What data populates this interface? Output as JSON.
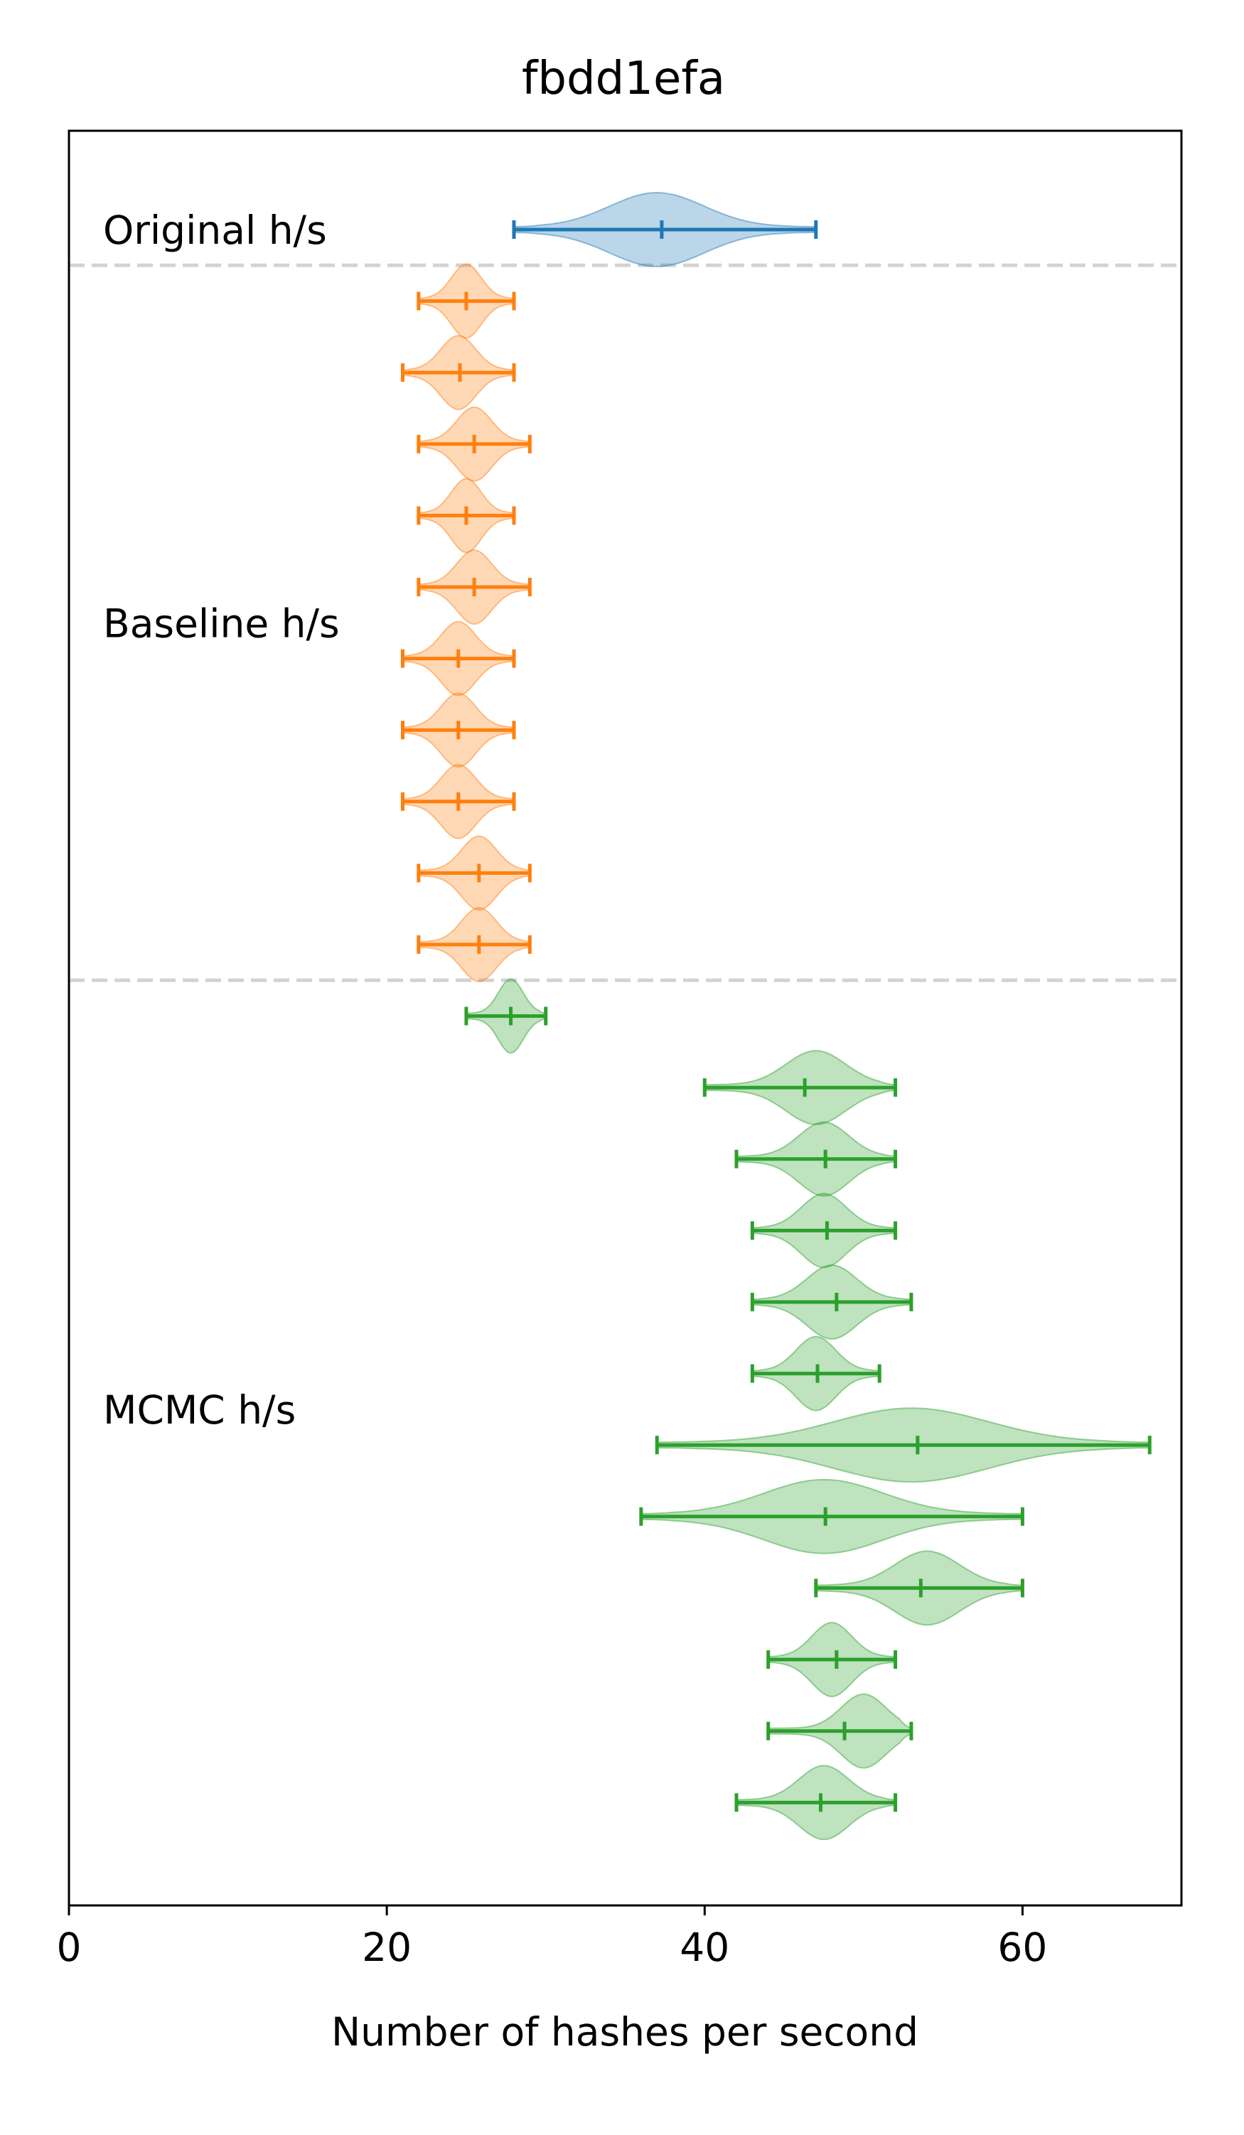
{
  "chart_data": {
    "type": "violin",
    "orientation": "horizontal",
    "title": "fbdd1efa",
    "xlabel": "Number of hashes per second",
    "ylabel": "",
    "xlim": [
      0,
      70
    ],
    "xticks": [
      0,
      20,
      40,
      60
    ],
    "grid": false,
    "legend": "none",
    "group_labels": [
      "Original h/s",
      "Baseline h/s",
      "MCMC h/s"
    ],
    "colors": {
      "Original h/s": "#1f77b4",
      "Baseline h/s": "#ff7f0e",
      "MCMC h/s": "#2ca02c",
      "separator": "#d3d3d3"
    },
    "series": [
      {
        "group": "Original h/s",
        "violins": [
          {
            "min": 28,
            "max": 47,
            "mean": 37.3,
            "peak": 37
          }
        ]
      },
      {
        "group": "Baseline h/s",
        "violins": [
          {
            "min": 22,
            "max": 28,
            "mean": 25.0,
            "peak": 25
          },
          {
            "min": 21,
            "max": 28,
            "mean": 24.6,
            "peak": 24.5
          },
          {
            "min": 22,
            "max": 29,
            "mean": 25.5,
            "peak": 25.5
          },
          {
            "min": 22,
            "max": 28,
            "mean": 25.0,
            "peak": 25
          },
          {
            "min": 22,
            "max": 29,
            "mean": 25.5,
            "peak": 25.5
          },
          {
            "min": 21,
            "max": 28,
            "mean": 24.5,
            "peak": 24.5
          },
          {
            "min": 21,
            "max": 28,
            "mean": 24.5,
            "peak": 24.5
          },
          {
            "min": 21,
            "max": 28,
            "mean": 24.5,
            "peak": 24.5
          },
          {
            "min": 22,
            "max": 29,
            "mean": 25.8,
            "peak": 25.8
          },
          {
            "min": 22,
            "max": 29,
            "mean": 25.8,
            "peak": 25.8
          }
        ]
      },
      {
        "group": "MCMC h/s",
        "violins": [
          {
            "min": 25,
            "max": 30,
            "mean": 27.8,
            "peak": 27.8
          },
          {
            "min": 40,
            "max": 52,
            "mean": 46.3,
            "peak": 47
          },
          {
            "min": 42,
            "max": 52,
            "mean": 47.6,
            "peak": 47.5
          },
          {
            "min": 43,
            "max": 52,
            "mean": 47.7,
            "peak": 47.5
          },
          {
            "min": 43,
            "max": 53,
            "mean": 48.3,
            "peak": 48
          },
          {
            "min": 43,
            "max": 51,
            "mean": 47.1,
            "peak": 47
          },
          {
            "min": 37,
            "max": 68,
            "mean": 53.4,
            "peak": 53
          },
          {
            "min": 36,
            "max": 60,
            "mean": 47.6,
            "peak": 47.5
          },
          {
            "min": 47,
            "max": 60,
            "mean": 53.6,
            "peak": 54
          },
          {
            "min": 44,
            "max": 52,
            "mean": 48.3,
            "peak": 48
          },
          {
            "min": 44,
            "max": 53,
            "mean": 48.8,
            "peak": 50
          },
          {
            "min": 42,
            "max": 52,
            "mean": 47.3,
            "peak": 47.5
          }
        ]
      }
    ]
  }
}
